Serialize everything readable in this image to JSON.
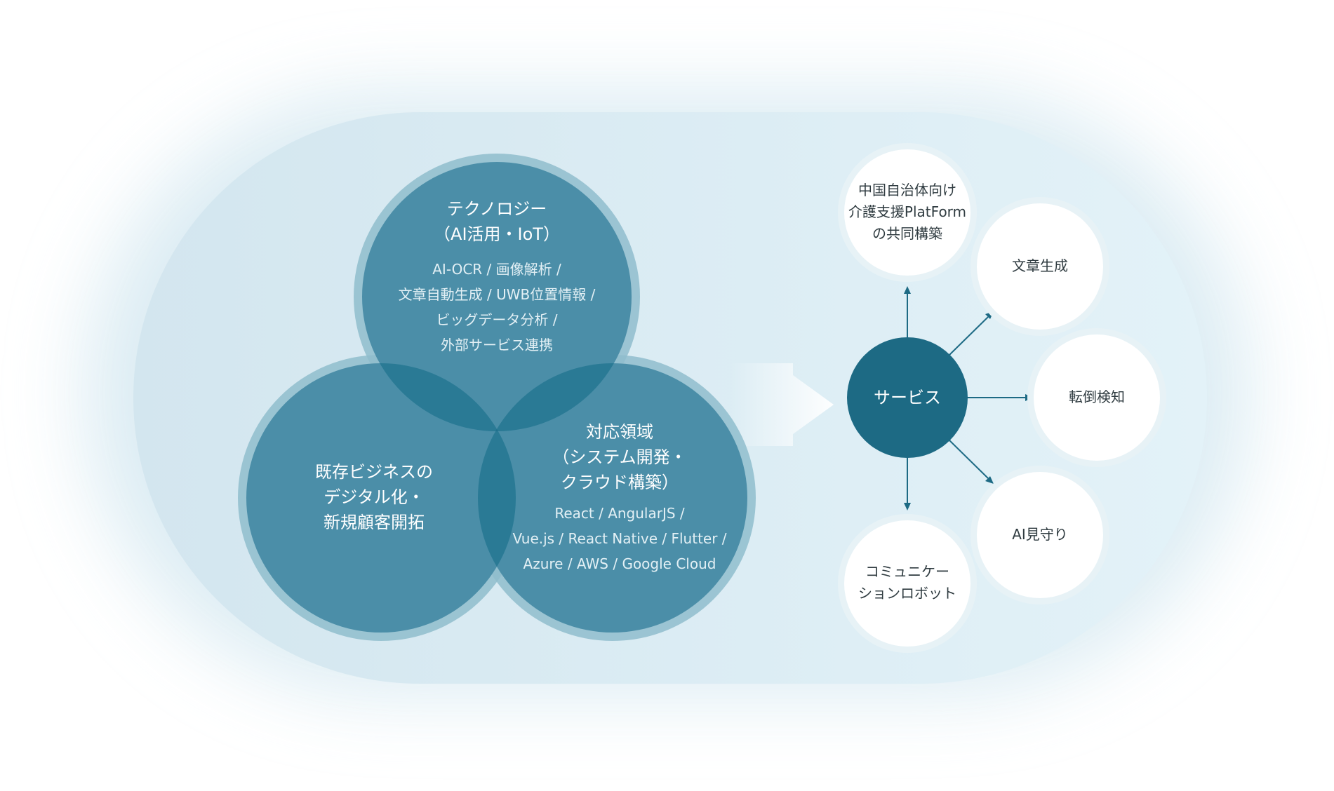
{
  "diagram": {
    "venn": {
      "technology": {
        "title": [
          "テクノロジー",
          "（AI活用・IoT）"
        ],
        "items": [
          "AI-OCR / 画像解析 /",
          "文章自動生成 / UWB位置情報 /",
          "ビッグデータ分析 /",
          "外部サービス連携"
        ]
      },
      "business": {
        "title": [
          "既存ビジネスの",
          "デジタル化・",
          "新規顧客開拓"
        ]
      },
      "domain": {
        "title": [
          "対応領域",
          "（システム開発・",
          "クラウド構築）"
        ],
        "items": [
          "React / AngularJS /",
          "Vue.js / React Native / Flutter /",
          "Azure / AWS / Google Cloud"
        ]
      }
    },
    "service": {
      "center_label": "サービス",
      "nodes": [
        {
          "key": "china",
          "lines": [
            "中国自治体向け",
            "介護支援PlatForm",
            "の共同構築"
          ]
        },
        {
          "key": "bunsho",
          "lines": [
            "文章生成"
          ]
        },
        {
          "key": "tentou",
          "lines": [
            "転倒検知"
          ]
        },
        {
          "key": "mimamori",
          "lines": [
            "AI見守り"
          ]
        },
        {
          "key": "robot",
          "lines": [
            "コミュニケー",
            "ションロボット"
          ]
        }
      ]
    },
    "colors": {
      "backdrop": "#dcecf3",
      "venn_fill": "#4b8ea8",
      "venn_ring": "#8fbdcd",
      "venn_overlap": "#2a7a95",
      "service_center": "#1d6a84",
      "node_fill": "#ffffff",
      "node_ring": "#e7f2f6",
      "arrow": "#1d6a84"
    }
  }
}
